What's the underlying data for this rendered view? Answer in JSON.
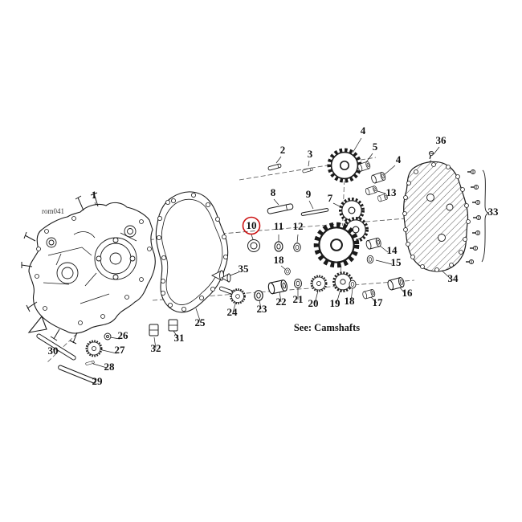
{
  "diagram": {
    "code": "rom041",
    "note": "See: Camshafts",
    "highlighted_part": "10",
    "colors": {
      "line": "#1a1a1a",
      "highlight": "#cc1111",
      "background": "#ffffff"
    },
    "labels": [
      {
        "part": "1"
      },
      {
        "part": "2"
      },
      {
        "part": "3"
      },
      {
        "part": "4"
      },
      {
        "part": "5"
      },
      {
        "part": "4"
      },
      {
        "part": "13"
      },
      {
        "part": "7"
      },
      {
        "part": "8"
      },
      {
        "part": "9"
      },
      {
        "part": "10"
      },
      {
        "part": "11"
      },
      {
        "part": "12"
      },
      {
        "part": "14"
      },
      {
        "part": "15"
      },
      {
        "part": "16"
      },
      {
        "part": "17"
      },
      {
        "part": "18"
      },
      {
        "part": "18"
      },
      {
        "part": "19"
      },
      {
        "part": "20"
      },
      {
        "part": "21"
      },
      {
        "part": "22"
      },
      {
        "part": "23"
      },
      {
        "part": "24"
      },
      {
        "part": "25"
      },
      {
        "part": "26"
      },
      {
        "part": "27"
      },
      {
        "part": "28"
      },
      {
        "part": "29"
      },
      {
        "part": "30"
      },
      {
        "part": "31"
      },
      {
        "part": "32"
      },
      {
        "part": "33"
      },
      {
        "part": "34"
      },
      {
        "part": "35"
      },
      {
        "part": "36"
      }
    ]
  }
}
